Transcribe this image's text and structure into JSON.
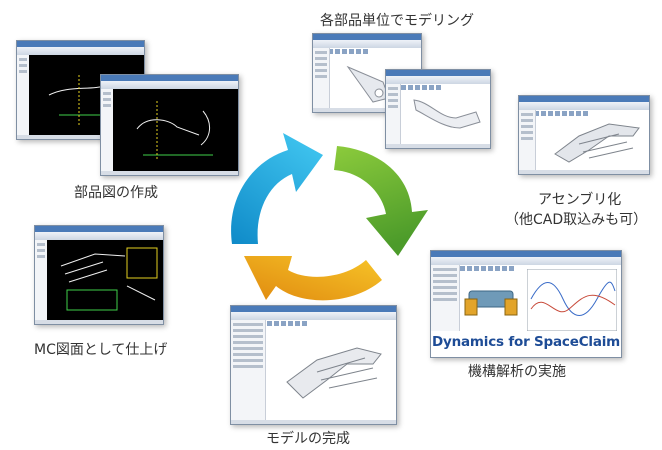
{
  "diagram": {
    "steps": [
      {
        "label": "各部品単位でモデリング"
      },
      {
        "label": "アセンブリ化"
      },
      {
        "label": "（他CAD取込みも可）"
      },
      {
        "label": "機構解析の実施"
      },
      {
        "label": "モデルの完成"
      },
      {
        "label": "MC図面として仕上げ"
      },
      {
        "label": "部品図の作成"
      }
    ],
    "product_banner": "Dynamics for SpaceClaim"
  },
  "colors": {
    "arrow_blue": "#1ea0d8",
    "arrow_green": "#6cb53a",
    "arrow_orange": "#f0a818",
    "banner_text": "#1e4c96"
  }
}
